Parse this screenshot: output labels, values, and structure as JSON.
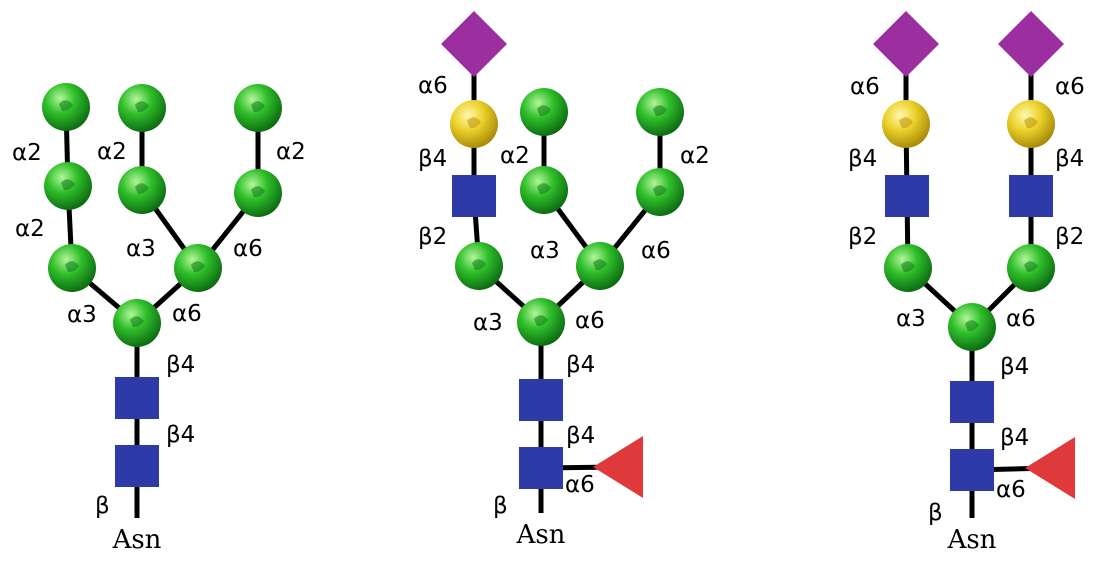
{
  "legend_colors": {
    "mannose": "#22a82a",
    "galactose": "#e8cf22",
    "glcnac": "#2e3aa8",
    "fucose": "#e0393c",
    "sialic_acid": "#9b2fa0"
  },
  "structures": [
    {
      "root_label": "Asn",
      "nodes": [
        {
          "id": "gn1",
          "type": "glcnac"
        },
        {
          "id": "gn2",
          "type": "glcnac"
        },
        {
          "id": "m1",
          "type": "mannose"
        },
        {
          "id": "m2",
          "type": "mannose"
        },
        {
          "id": "m3",
          "type": "mannose"
        },
        {
          "id": "m4",
          "type": "mannose"
        },
        {
          "id": "m5",
          "type": "mannose"
        },
        {
          "id": "m6",
          "type": "mannose"
        },
        {
          "id": "m7",
          "type": "mannose"
        },
        {
          "id": "m8",
          "type": "mannose"
        },
        {
          "id": "m9",
          "type": "mannose"
        }
      ],
      "links": [
        {
          "from": "asn",
          "to": "gn1",
          "label": "β"
        },
        {
          "from": "gn1",
          "to": "gn2",
          "label": "β4"
        },
        {
          "from": "gn2",
          "to": "m1",
          "label": "β4"
        },
        {
          "from": "m1",
          "to": "m2",
          "label": "α3"
        },
        {
          "from": "m1",
          "to": "m3",
          "label": "α6"
        },
        {
          "from": "m2",
          "to": "m4",
          "label": "α2"
        },
        {
          "from": "m4",
          "to": "m5",
          "label": "α2"
        },
        {
          "from": "m3",
          "to": "m6",
          "label": "α3"
        },
        {
          "from": "m3",
          "to": "m7",
          "label": "α6"
        },
        {
          "from": "m6",
          "to": "m8",
          "label": "α2"
        },
        {
          "from": "m7",
          "to": "m9",
          "label": "α2"
        }
      ]
    },
    {
      "root_label": "Asn",
      "nodes": [
        {
          "id": "gn1",
          "type": "glcnac"
        },
        {
          "id": "fuc",
          "type": "fucose"
        },
        {
          "id": "gn2",
          "type": "glcnac"
        },
        {
          "id": "m1",
          "type": "mannose"
        },
        {
          "id": "m2",
          "type": "mannose"
        },
        {
          "id": "m3",
          "type": "mannose"
        },
        {
          "id": "gn3",
          "type": "glcnac"
        },
        {
          "id": "gal",
          "type": "galactose"
        },
        {
          "id": "sia",
          "type": "sialic_acid"
        },
        {
          "id": "m6",
          "type": "mannose"
        },
        {
          "id": "m7",
          "type": "mannose"
        },
        {
          "id": "m8",
          "type": "mannose"
        },
        {
          "id": "m9",
          "type": "mannose"
        }
      ],
      "links": [
        {
          "from": "asn",
          "to": "gn1",
          "label": "β"
        },
        {
          "from": "gn1",
          "to": "fuc",
          "label": "α6"
        },
        {
          "from": "gn1",
          "to": "gn2",
          "label": "β4"
        },
        {
          "from": "gn2",
          "to": "m1",
          "label": "β4"
        },
        {
          "from": "m1",
          "to": "m2",
          "label": "α3"
        },
        {
          "from": "m1",
          "to": "m3",
          "label": "α6"
        },
        {
          "from": "m2",
          "to": "gn3",
          "label": "β2"
        },
        {
          "from": "gn3",
          "to": "gal",
          "label": "β4"
        },
        {
          "from": "gal",
          "to": "sia",
          "label": "α6"
        },
        {
          "from": "m3",
          "to": "m6",
          "label": "α3"
        },
        {
          "from": "m3",
          "to": "m7",
          "label": "α6"
        },
        {
          "from": "m6",
          "to": "m8",
          "label": "α2"
        },
        {
          "from": "m7",
          "to": "m9",
          "label": "α2"
        }
      ]
    },
    {
      "root_label": "Asn",
      "nodes": [
        {
          "id": "gn1",
          "type": "glcnac"
        },
        {
          "id": "fuc",
          "type": "fucose"
        },
        {
          "id": "gn2",
          "type": "glcnac"
        },
        {
          "id": "m1",
          "type": "mannose"
        },
        {
          "id": "m2",
          "type": "mannose"
        },
        {
          "id": "m3",
          "type": "mannose"
        },
        {
          "id": "gnL",
          "type": "glcnac"
        },
        {
          "id": "galL",
          "type": "galactose"
        },
        {
          "id": "siaL",
          "type": "sialic_acid"
        },
        {
          "id": "gnR",
          "type": "glcnac"
        },
        {
          "id": "galR",
          "type": "galactose"
        },
        {
          "id": "siaR",
          "type": "sialic_acid"
        }
      ],
      "links": [
        {
          "from": "asn",
          "to": "gn1",
          "label": "β"
        },
        {
          "from": "gn1",
          "to": "fuc",
          "label": "α6"
        },
        {
          "from": "gn1",
          "to": "gn2",
          "label": "β4"
        },
        {
          "from": "gn2",
          "to": "m1",
          "label": "β4"
        },
        {
          "from": "m1",
          "to": "m2",
          "label": "α3"
        },
        {
          "from": "m1",
          "to": "m3",
          "label": "α6"
        },
        {
          "from": "m2",
          "to": "gnL",
          "label": "β2"
        },
        {
          "from": "gnL",
          "to": "galL",
          "label": "β4"
        },
        {
          "from": "galL",
          "to": "siaL",
          "label": "α6"
        },
        {
          "from": "m3",
          "to": "gnR",
          "label": "β2"
        },
        {
          "from": "gnR",
          "to": "galR",
          "label": "β4"
        },
        {
          "from": "galR",
          "to": "siaR",
          "label": "α6"
        }
      ]
    }
  ]
}
